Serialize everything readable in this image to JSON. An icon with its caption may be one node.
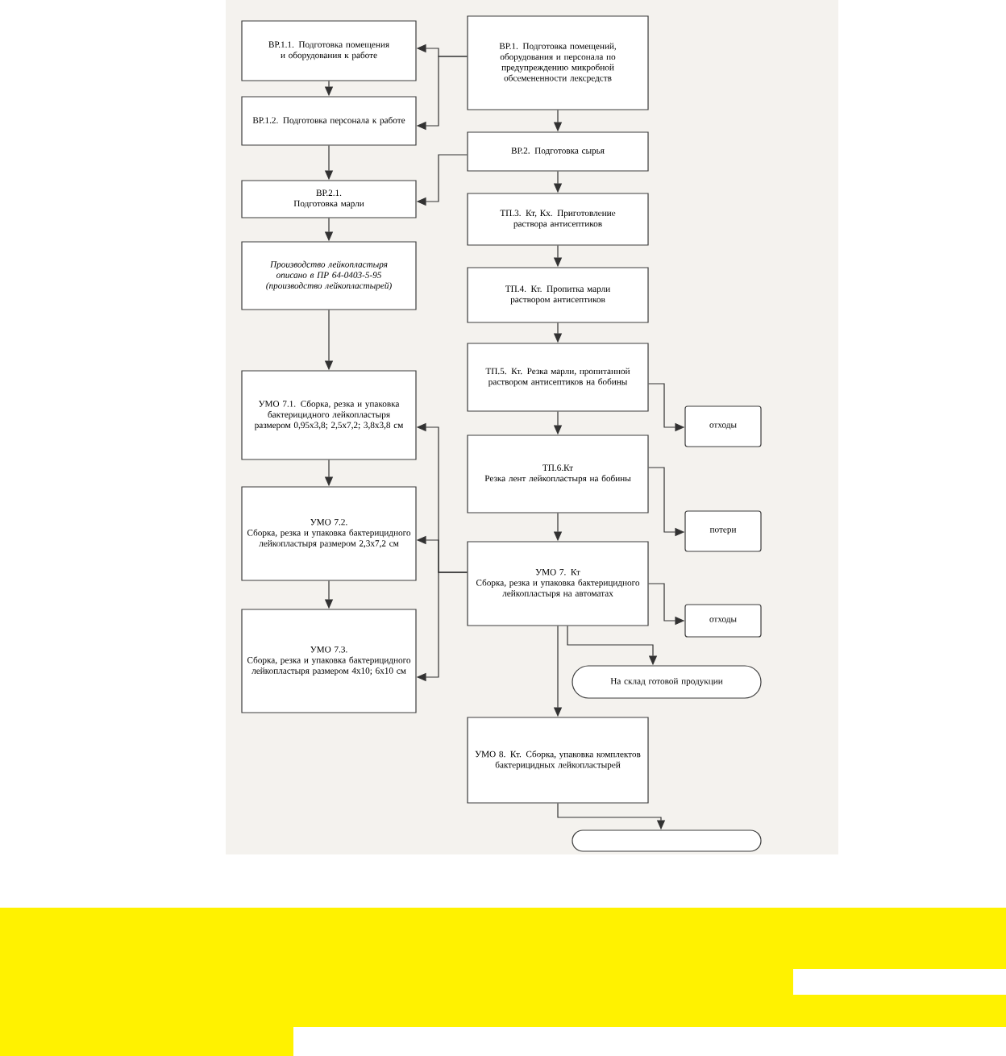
{
  "diagram": {
    "nodes": [
      {
        "text": [
          "ВР.1.1. Подготовка помещения и оборудования к работе"
        ]
      },
      {
        "text": [
          "ВР.1. Подготовка помещений, оборудования и персонала по предупреждению микробной обсемененности лексредств"
        ]
      },
      {
        "text": [
          "ВР.1.2. Подготовка персонала к работе"
        ]
      },
      {
        "text": [
          "ВР.2. Подготовка сырья"
        ]
      },
      {
        "text": [
          "ВР.2.1.",
          "Подготовка марли"
        ]
      },
      {
        "text": [
          "ТП.3. Кт, Кх. Приготовление раствора антисептиков"
        ]
      },
      {
        "text": [
          "Производство лейкопластыря описано в ПР 64-0403-5-95 (производство лейкопластырей)"
        ]
      },
      {
        "text": [
          "ТП.4. Кт. Пропитка марли раствором антисептиков"
        ]
      },
      {
        "text": [
          "ТП.5. Кт. Резка марли, пропитанной раствором антисептиков на бобины"
        ]
      },
      {
        "text": [
          "отходы"
        ]
      },
      {
        "text": [
          "УМО 7.1. Сборка, резка и упаковка бактерицидного лейкопластыря размером 0,95x3,8; 2,5x7,2; 3,8x3,8 см"
        ]
      },
      {
        "text": [
          "ТП.6.Кт",
          "Резка лент лейкопластыря на бобины"
        ]
      },
      {
        "text": [
          "потери"
        ]
      },
      {
        "text": [
          "УМО 7.2.",
          "Сборка, резка и упаковка бактерицидного лейкопластыря размером 2,3x7,2 см"
        ]
      },
      {
        "text": [
          "УМО 7. Кт",
          "Сборка, резка и упаковка бактерицидного лейкопластыря на автоматах"
        ]
      },
      {
        "text": [
          "отходы"
        ]
      },
      {
        "text": [
          "УМО 7.3.",
          "Сборка, резка и упаковка бактерицидного лейкопластыря размером 4x10; 6x10 см"
        ]
      },
      {
        "text": [
          "На склад готовой продукции"
        ]
      },
      {
        "text": [
          "УМО 8. Кт. Сборка, упаковка комплектов бактерицидных лейкопластырей"
        ]
      },
      {
        "text": [],
        "shape": "oval"
      }
    ],
    "edges": [
      {
        "from": 1,
        "to": 0,
        "arrow": "to"
      },
      {
        "from": 1,
        "to": 2,
        "arrow": "to"
      },
      {
        "from": 0,
        "to": 2,
        "arrow": "to"
      },
      {
        "from": 1,
        "to": 3,
        "arrow": "to"
      },
      {
        "from": 2,
        "to": 4,
        "arrow": "to"
      },
      {
        "from": 3,
        "to": 4,
        "arrow": "to"
      },
      {
        "from": 3,
        "to": 5,
        "arrow": "to"
      },
      {
        "from": 4,
        "to": 6,
        "arrow": "to"
      },
      {
        "from": 5,
        "to": 7,
        "arrow": "to"
      },
      {
        "from": 6,
        "to": 10,
        "arrow": "to"
      },
      {
        "from": 7,
        "to": 8,
        "arrow": "to"
      },
      {
        "from": 8,
        "to": 9,
        "arrow": "to"
      },
      {
        "from": 8,
        "to": 11,
        "arrow": "to"
      },
      {
        "from": 10,
        "to": 13,
        "arrow": "to"
      },
      {
        "from": 11,
        "to": 12,
        "arrow": "to"
      },
      {
        "from": 11,
        "to": 14,
        "arrow": "to"
      },
      {
        "from": 13,
        "to": 16,
        "arrow": "to"
      },
      {
        "from": 14,
        "to": 10,
        "arrow": "to"
      },
      {
        "from": 14,
        "to": 13,
        "arrow": "to"
      },
      {
        "from": 14,
        "to": 16,
        "arrow": "to"
      },
      {
        "from": 14,
        "to": 15,
        "arrow": "to"
      },
      {
        "from": 14,
        "to": 17,
        "arrow": "to"
      },
      {
        "from": 14,
        "to": 18,
        "arrow": "to"
      },
      {
        "from": 18,
        "to": 19,
        "arrow": "to"
      }
    ]
  }
}
